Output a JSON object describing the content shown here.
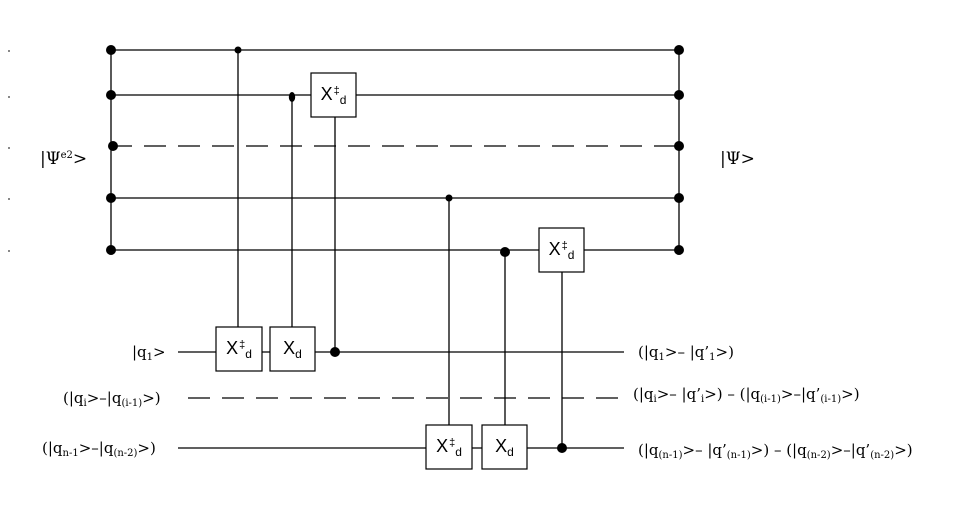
{
  "left_state": {
    "psi": "|Ψ",
    "sup": "e2",
    "close": ">"
  },
  "right_state": {
    "text": "|Ψ>"
  },
  "left_labels": {
    "q1": {
      "a": "|q",
      "sub": "1",
      "b": ">"
    },
    "qi": {
      "a": "(|q",
      "sub1": "i",
      "b": ">–|q",
      "sub2": "(i-1)",
      "c": ">)"
    },
    "qn": {
      "a": "(|q",
      "sub1": "n-1",
      "b": ">–|q",
      "sub2": "(n-2)",
      "c": ">)"
    }
  },
  "right_labels": {
    "q1": {
      "a": "(|q",
      "s1": "1",
      "b": ">– |q’",
      "s2": "1",
      "c": ">)"
    },
    "qi": {
      "a": "(|q",
      "s1": "i",
      "b": ">– |q’",
      "s2": "i",
      "c": ">) – (|q",
      "s3": "(i-1)",
      "d": ">–|q’",
      "s4": "(i-1)",
      "e": ">)"
    },
    "qn": {
      "a": "(|q",
      "s1": "(n-1)",
      "b": ">– |q’",
      "s2": "(n-1)",
      "c": ">) – (|q",
      "s3": "(n-2)",
      "d": ">–|q’",
      "s4": "(n-2)",
      "e": ">)"
    }
  },
  "gates": {
    "xdag_base": "X",
    "dagger": "‡",
    "x_base": "X",
    "d": "d"
  }
}
